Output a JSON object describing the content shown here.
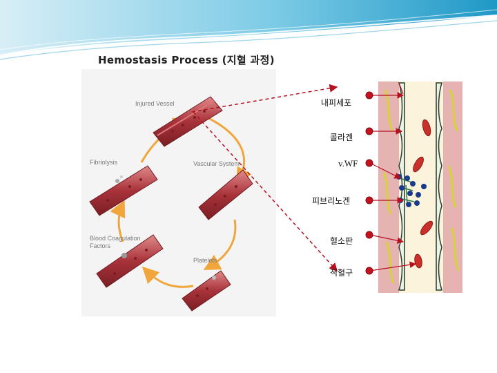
{
  "title": "Hemostasis Process (지혈 과정)",
  "cycle": {
    "injured_vessel": "Injured Vessel",
    "fibriolysis": "Fibriolysis",
    "vascular_system": "Vascular System",
    "blood_coagulation_factors": [
      "Blood Coagulation",
      "Factors"
    ],
    "platelets": "Platelets"
  },
  "terms": {
    "endothelial": "내피세포",
    "collagen": "콜라겐",
    "vwf": "v.WF",
    "fibrinogen": "피브리노겐",
    "platelet": "혈소판",
    "rbc": "적혈구"
  },
  "colors": {
    "arrow": "#b5101e",
    "cycle_arrow": "#f0a63a",
    "vessel": "#b4424a",
    "header_band": "#29a6cf"
  }
}
